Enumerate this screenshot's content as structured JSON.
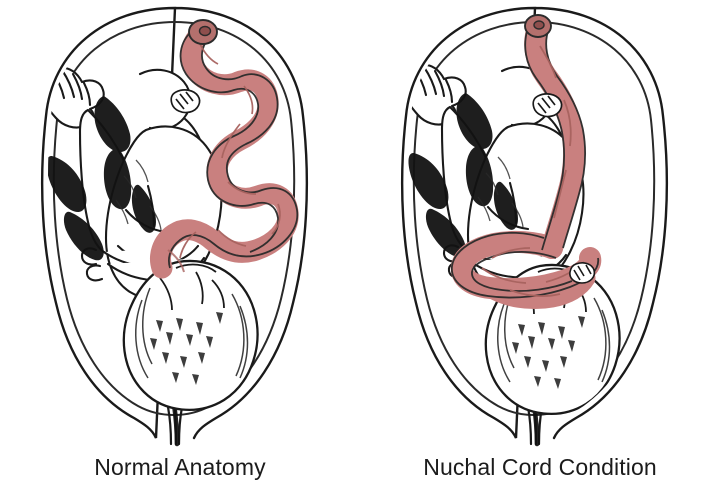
{
  "figure": {
    "type": "medical-illustration",
    "subject": "Umbilical cord position in the uterus during late pregnancy",
    "background_color": "#ffffff",
    "line_color": "#1a1a1a",
    "cord_color": "#c9807f",
    "cord_shade_color": "#a8635f",
    "cord_outline_color": "#2b2b2b",
    "fetus_fill": "#ffffff",
    "shadow_fill": "#111111",
    "panel_count": 2
  },
  "panels": [
    {
      "id": "normal-anatomy",
      "caption": "Normal Anatomy",
      "description": "Fetus in vertex (head-down) presentation inside the uterus; the umbilical cord descends from the placental insertion at the uterine fundus and coils freely in front of the fetal trunk and limbs, clear of the neck.",
      "cord_path": "free-floating-coils-anterior-to-trunk",
      "fetal_presentation": "vertex",
      "cord_around_neck": "no",
      "structures": [
        "uterine-wall",
        "amniotic-sac",
        "cervix",
        "fetal-head",
        "fetal-trunk",
        "fetal-legs",
        "fetal-feet",
        "fetal-arms",
        "umbilical-cord"
      ]
    },
    {
      "id": "nuchal-cord-condition",
      "caption": "Nuchal Cord Condition",
      "description": "Fetus in vertex (head-down) presentation inside the uterus; the umbilical cord descends along the fetal back and loops once around the fetal neck before reaching the abdomen.",
      "cord_path": "looped-once-around-fetal-neck",
      "fetal_presentation": "vertex",
      "cord_around_neck": "yes",
      "structures": [
        "uterine-wall",
        "amniotic-sac",
        "cervix",
        "fetal-head",
        "fetal-trunk",
        "fetal-legs",
        "fetal-feet",
        "fetal-arms",
        "umbilical-cord",
        "nuchal-cord-loop"
      ]
    }
  ]
}
